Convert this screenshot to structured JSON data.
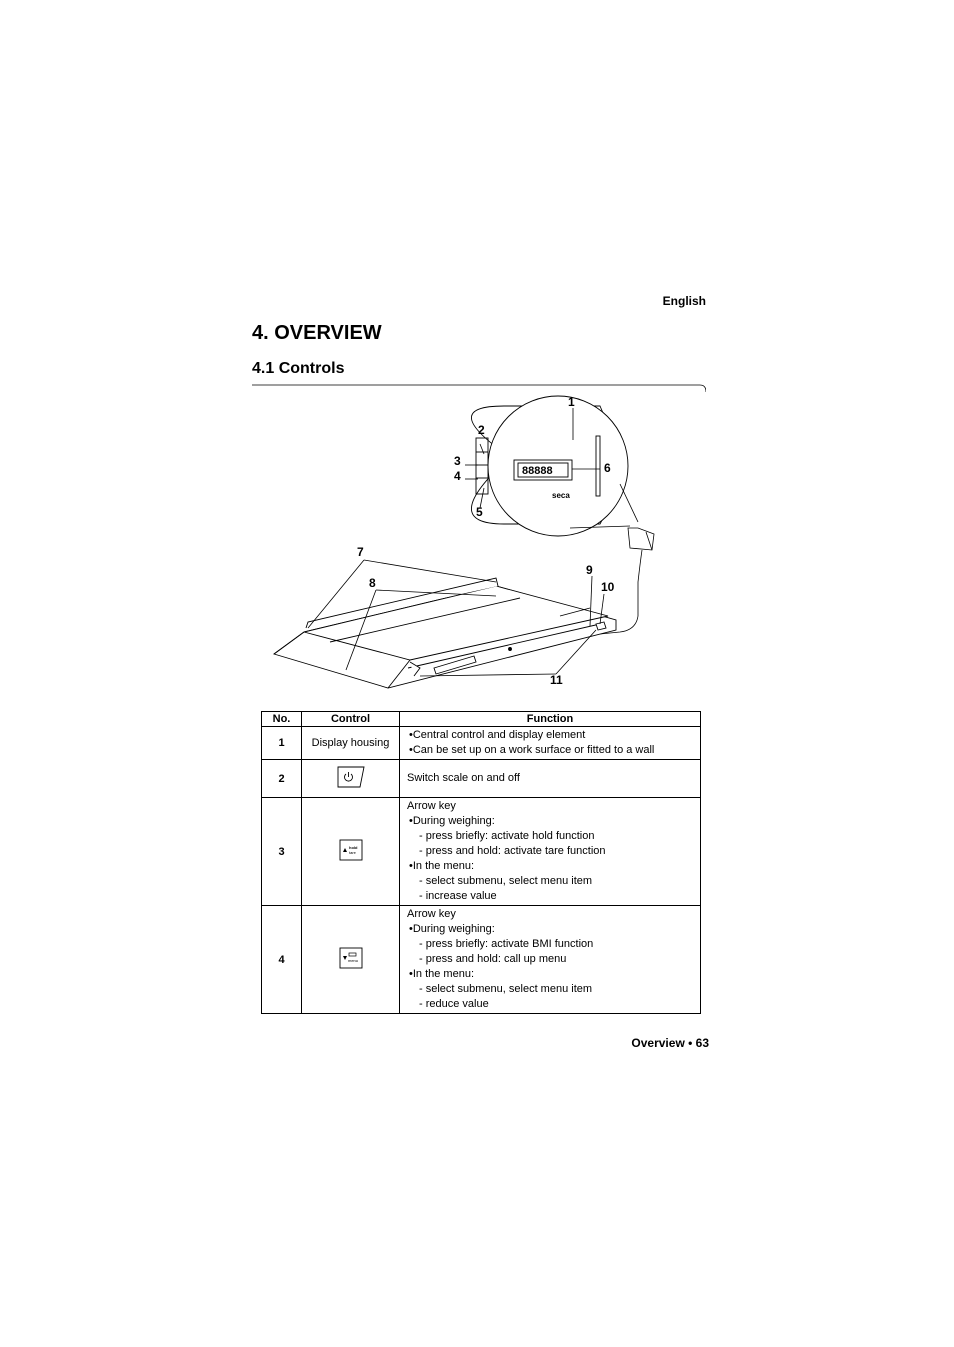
{
  "header": {
    "language": "English"
  },
  "section": {
    "title": "4. OVERVIEW",
    "subtitle": "4.1 Controls"
  },
  "figure": {
    "callouts": [
      "1",
      "2",
      "3",
      "4",
      "5",
      "6",
      "7",
      "8",
      "9",
      "10",
      "11"
    ],
    "display_digits": "88888",
    "brand": "seca"
  },
  "table": {
    "headers": {
      "no": "No.",
      "control": "Control",
      "function": "Function"
    },
    "rows": [
      {
        "no": "1",
        "control": "Display housing",
        "lines": [
          "Central control and display element",
          "Can be set up on a work surface or fitted to a wall"
        ]
      },
      {
        "no": "2",
        "text": "Switch scale on and off"
      },
      {
        "no": "3",
        "title": "Arrow key",
        "b1": "During weighing:",
        "s1": "press briefly: activate hold function",
        "s2": "press and hold: activate tare function",
        "b2": "In the menu:",
        "s3": "select submenu, select menu item",
        "s4": "increase value"
      },
      {
        "no": "4",
        "title": "Arrow key",
        "b1": "During weighing:",
        "s1": "press briefly: activate BMI function",
        "s2": "press and hold: call up menu",
        "b2": "In the menu:",
        "s3": "select submenu, select menu item",
        "s4": "reduce value"
      }
    ],
    "key_labels": {
      "hold": "hold",
      "tare": "tare",
      "menu": "menu"
    }
  },
  "footer": {
    "text": "Overview • 63"
  }
}
